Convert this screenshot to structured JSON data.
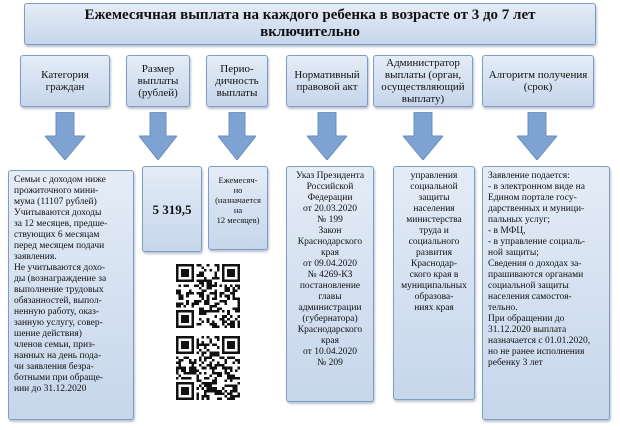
{
  "title": "Ежемесячная выплата на каждого ребенка в возрасте от 3 до 7 лет включительно",
  "headers": [
    "Категория граждан",
    "Размер выплаты (рублей)",
    "Перио-дичность выплаты",
    "Нормативный правовой акт",
    "Администратор выплаты (орган, осуществляющий выплату)",
    "Алгоритм получения (срок)"
  ],
  "category_lines": [
    "Семьи с доходом ниже",
    "прожиточного мини-",
    "мума (11107 рублей)",
    "Учитываются доходы",
    "за 12 месяцев, предше-",
    "ствующих 6 месяцам",
    "перед месяцем подачи",
    "заявления.",
    "Не учитываются дохо-",
    "ды (вознаграждение за",
    "выполнение трудовых",
    "обязанностей, выпол-",
    "ненную работу, оказ-",
    "занную услугу, совер-",
    "шение действия)",
    "членов семьи, приз-",
    "нанных на день пода-",
    "чи заявления безра-",
    "ботными при обраще-",
    "нии до 31.12.2020"
  ],
  "amount": "5 319,5",
  "periodicity_lines": [
    "Ежемесяч-",
    "но",
    "(назначается",
    "на",
    "12 месяцев)"
  ],
  "legal_act_lines": [
    "Указ Президента",
    "Российской",
    "Федерации",
    "от 20.03.2020",
    "№ 199",
    "Закон",
    "Краснодарского",
    "края",
    "от 09.04.2020",
    "№ 4269-КЗ",
    "постановление",
    "главы",
    "администрации",
    "(губернатора)",
    "Краснодарского",
    "края",
    "от 10.04.2020",
    "№ 209"
  ],
  "administrator_lines": [
    "управления",
    "социальной",
    "защиты",
    "населения",
    "министерства труда и",
    "социального",
    "развития",
    "Краснодар-",
    "ского края в",
    "муниципальных",
    "образова-",
    "ниях края"
  ],
  "algorithm_lines": [
    "Заявление подается:",
    "- в электронном виде на",
    "Едином портале госу-",
    "дарственных и муници-",
    "пальных услуг;",
    "- в МФЦ,",
    "- в управление социаль-",
    "ной защиты;",
    "Сведения о доходах за-",
    "прашиваются органами",
    "социальной защиты",
    "населения самостоя-",
    "тельно.",
    "При обращении до",
    "31.12.2020 выплата",
    "назначается с 01.01.2020,",
    "но не ранее исполнения",
    "ребенку 3 лет"
  ],
  "colors": {
    "box_top": "#e4ecf6",
    "box_bottom": "#c6d6eb",
    "border": "#7f9cc4",
    "arrow": "#7ea3d2"
  },
  "icons": [
    "qr-code-icon",
    "qr-code-icon"
  ]
}
